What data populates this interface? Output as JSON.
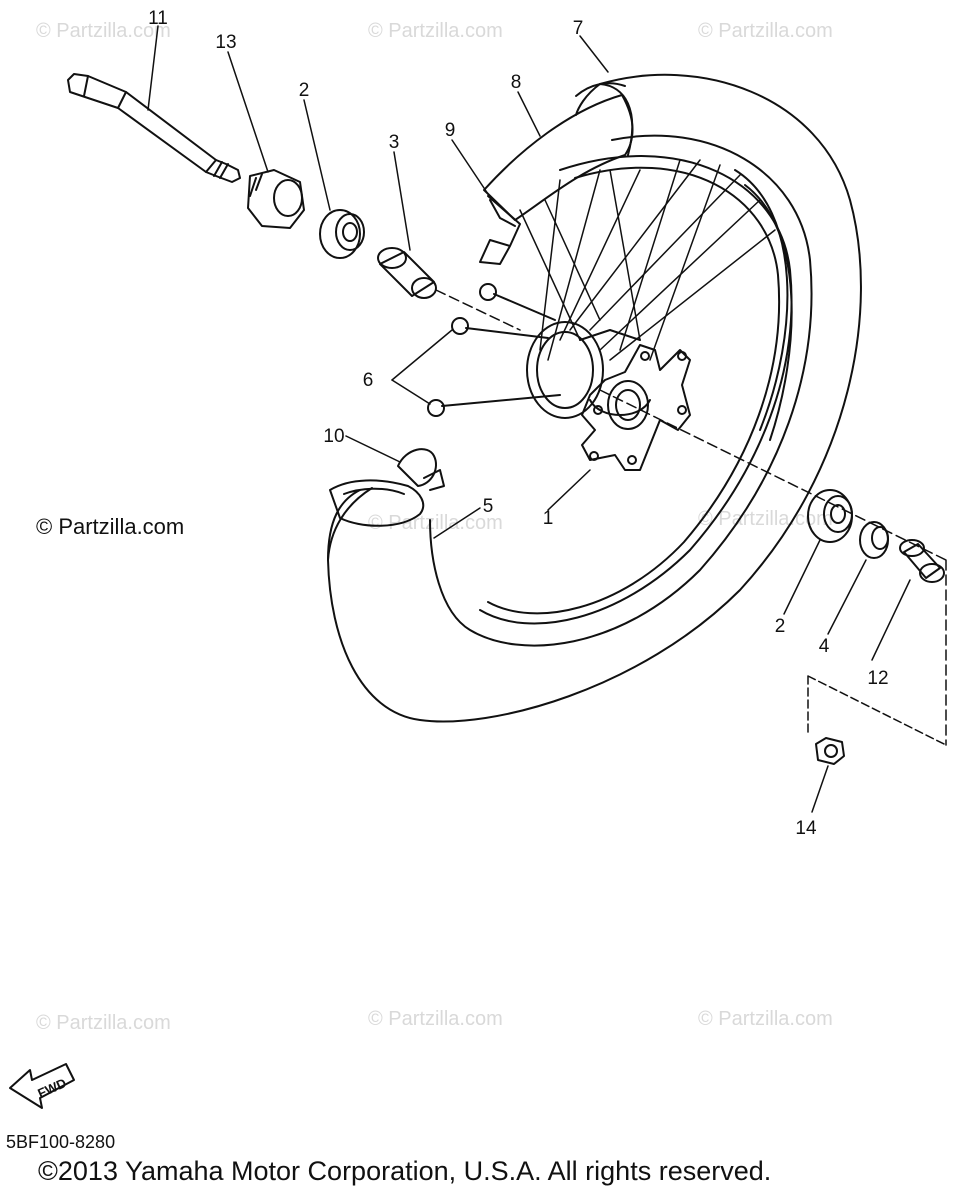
{
  "watermarks": {
    "top_left": "© Partzilla.com",
    "top_center": "© Partzilla.com",
    "top_right": "© Partzilla.com",
    "mid_left": "© Partzilla.com",
    "mid_center": "© Partzilla.com",
    "mid_right": "© Partzilla.com",
    "bottom_left": "© Partzilla.com",
    "bottom_center": "© Partzilla.com",
    "bottom_right": "© Partzilla.com"
  },
  "callouts": {
    "c1": "1",
    "c2a": "2",
    "c2b": "2",
    "c3": "3",
    "c4": "4",
    "c5": "5",
    "c6": "6",
    "c7": "7",
    "c8": "8",
    "c9": "9",
    "c10": "10",
    "c11": "11",
    "c12": "12",
    "c13": "13",
    "c14": "14"
  },
  "fwd_label": "FWD",
  "reference_code": "5BF100-8280",
  "copyright": "©2013 Yamaha Motor Corporation, U.S.A. All rights reserved."
}
